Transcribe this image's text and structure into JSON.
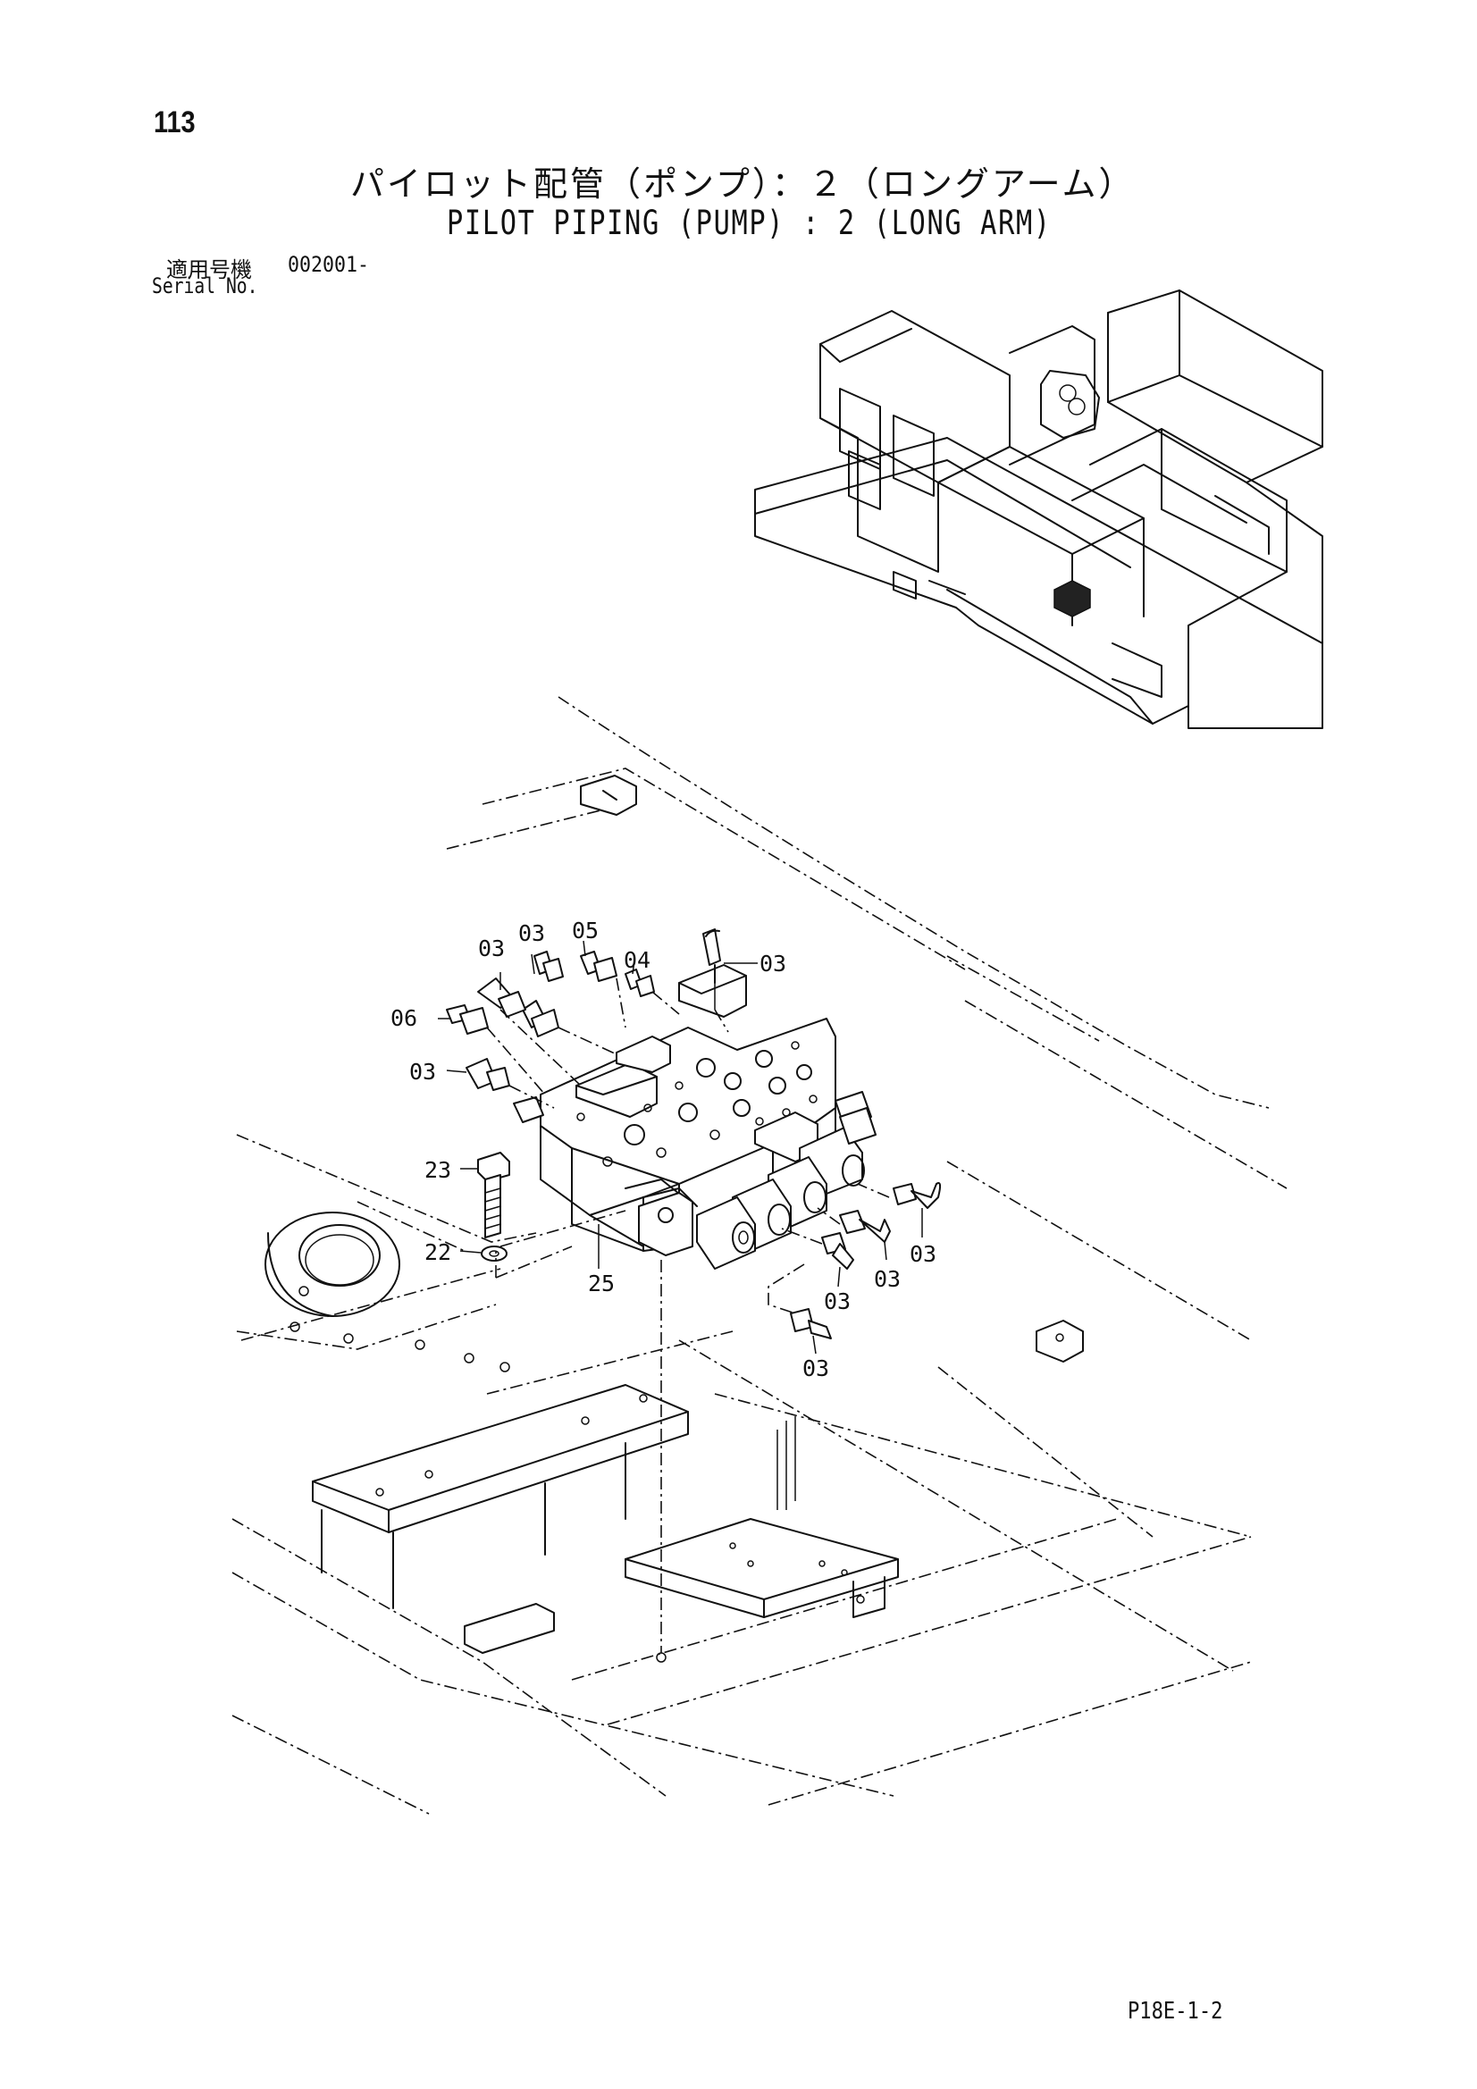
{
  "header": {
    "page_number": "113",
    "title_jp": "パイロット配管（ポンプ）：２（ロングアーム）",
    "title_en": "PILOT PIPING (PUMP) : 2 (LONG ARM)",
    "serial_label_jp": "適用号機",
    "serial_value": "002001-",
    "serial_label_en": "Serial No."
  },
  "callouts": {
    "c03_a": "03",
    "c03_b": "03",
    "c05": "05",
    "c04": "04",
    "c03_c": "03",
    "c06": "06",
    "c03_d": "03",
    "c23": "23",
    "c22": "22",
    "c25": "25",
    "c03_e": "03",
    "c03_f": "03",
    "c03_g": "03",
    "c03_h": "03"
  },
  "footer": {
    "page_code": "P18E-1-2"
  }
}
